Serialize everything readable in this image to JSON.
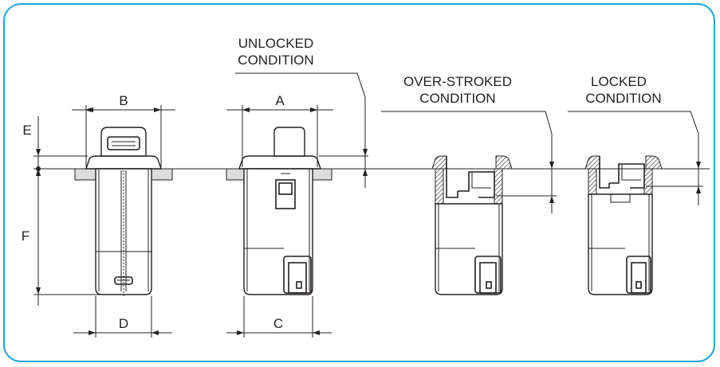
{
  "figure": {
    "dimension_labels": {
      "B": "B",
      "A": "A",
      "E": "E",
      "F": "F",
      "D": "D",
      "C": "C"
    },
    "condition_labels": {
      "unlocked": [
        "UNLOCKED",
        "CONDITION"
      ],
      "over_stroked": [
        "OVER-STROKED",
        "CONDITION"
      ],
      "locked": [
        "LOCKED",
        "CONDITION"
      ]
    },
    "colors": {
      "frame": "#1ba3d8",
      "line": "#231f20",
      "panel_fill": "#dcdcdc"
    }
  }
}
